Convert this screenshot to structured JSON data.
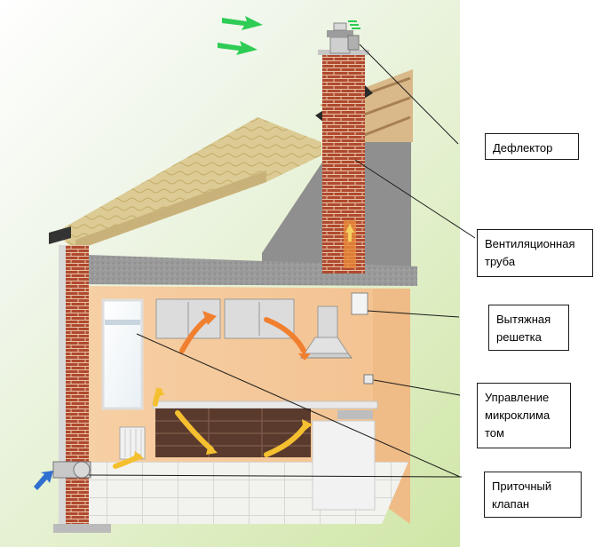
{
  "labels": {
    "deflector": "Дефлектор",
    "pipe_line1": "Вентиляционная",
    "pipe_line2": "труба",
    "grille_line1": "Вытяжная",
    "grille_line2": "решетка",
    "control_line1": "Управление",
    "control_line2": "микроклима",
    "control_line3": "том",
    "valve_line1": "Приточный",
    "valve_line2": "клапан"
  },
  "colors": {
    "background_gradient_end": "#cfe6a6",
    "wall_beige": "#f5cda0",
    "brick": "#b0492e",
    "insulation": "#d8c78f",
    "roof_dark": "#2a2a2a",
    "cabinet_brown": "#5a3a2c",
    "airflow_orange": "#f08030",
    "airflow_yellow": "#f5c030",
    "airflow_green": "#2ecc55",
    "airflow_blue": "#2f6fd0"
  }
}
